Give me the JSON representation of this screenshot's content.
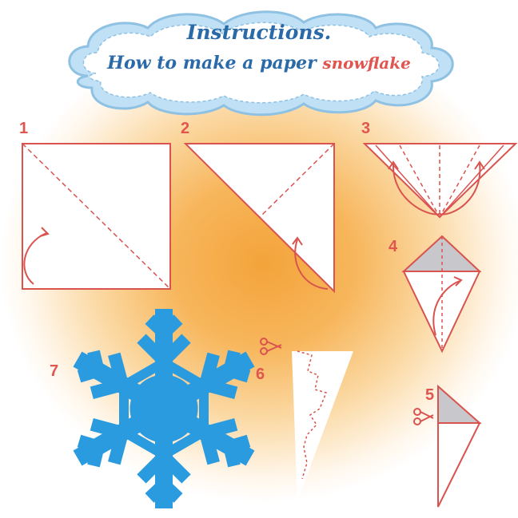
{
  "header": {
    "title_line1": "Instructions.",
    "title_line2_main": "How to make a paper",
    "title_line2_accent": "snowflake"
  },
  "steps": [
    {
      "number": "1"
    },
    {
      "number": "2"
    },
    {
      "number": "3"
    },
    {
      "number": "4"
    },
    {
      "number": "5"
    },
    {
      "number": "6"
    },
    {
      "number": "7"
    }
  ],
  "colors": {
    "line": "#d9534f",
    "cloud_fill": "#ffffff",
    "cloud_border": "#8fc1e3",
    "snowflake": "#2b9be0",
    "background_center": "#f4a33a",
    "title_blue": "#2b6aa8"
  },
  "icons": [
    "scissors-icon",
    "fold-arrow-icon",
    "snowflake-icon"
  ]
}
